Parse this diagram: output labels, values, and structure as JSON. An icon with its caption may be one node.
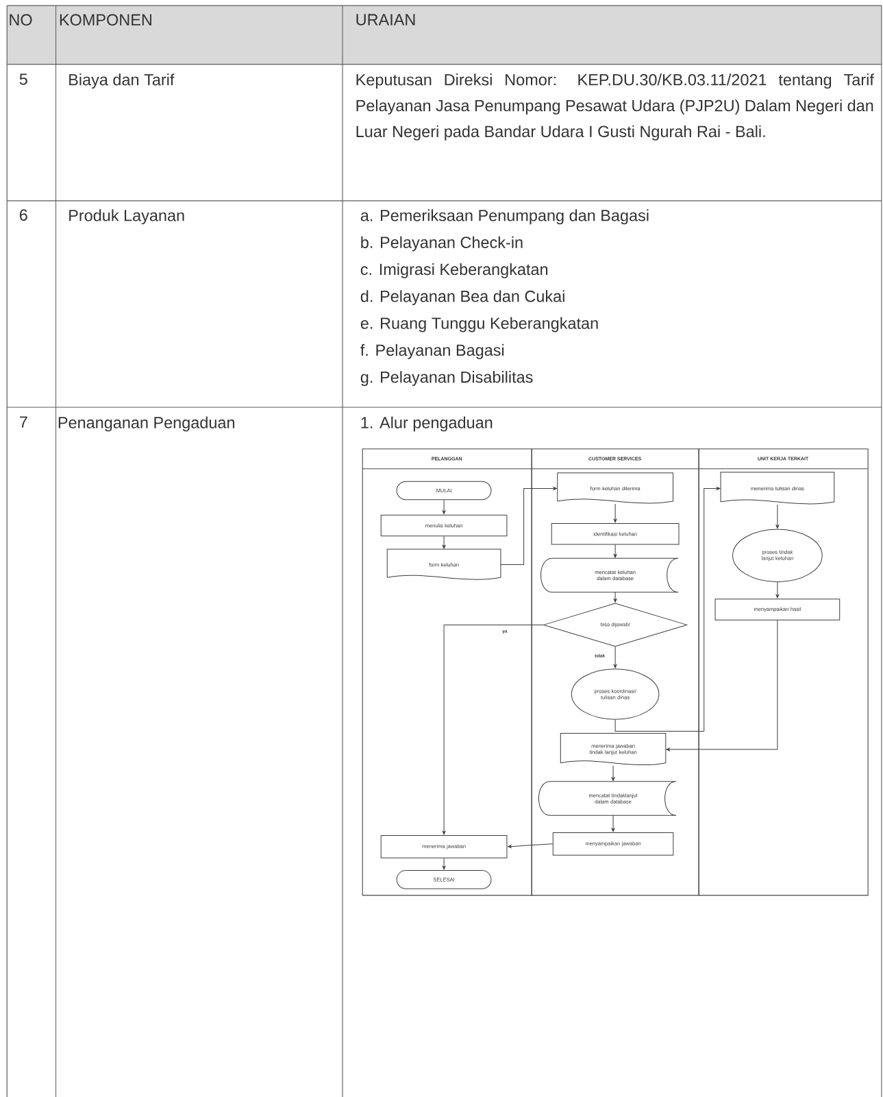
{
  "diagram": {
    "nodes": [
      {
        "text": [
          "PELANGGAN"
        ]
      },
      {
        "text": [
          "CUSTOMER SERVICES"
        ]
      },
      {
        "text": [
          "UNIT KERJA TERKAIT"
        ]
      },
      {
        "text": [
          "MULAI"
        ],
        "in": 0
      },
      {
        "text": [
          "menulis keluhan"
        ],
        "in": 0
      },
      {
        "text": [
          "form keluhan"
        ],
        "in": 0
      },
      {
        "text": [
          "form keluhan diterima"
        ],
        "in": 1
      },
      {
        "text": [
          "identifikasi keluhan"
        ],
        "in": 1
      },
      {
        "text": [
          "mencatat keluhan dalam database"
        ],
        "in": 1
      },
      {
        "text": [
          "bisa dijawab/"
        ],
        "in": 1
      },
      {
        "text": [
          "proses koordinasi/ tulisan dinas"
        ],
        "in": 1
      },
      {
        "text": [
          "menerima jawaban tindak lanjut keluhan"
        ],
        "in": 1
      },
      {
        "text": [
          "mencatat tindaklanjut dalam database"
        ],
        "in": 1
      },
      {
        "text": [
          "menyampaikan jawaban"
        ],
        "in": 1
      },
      {
        "text": [
          "menerima tulisan dinas"
        ],
        "in": 2
      },
      {
        "text": [
          "proses tindak lanjut keluhan"
        ],
        "in": 2
      },
      {
        "text": [
          "menyampaikan hasil"
        ],
        "in": 2
      },
      {
        "text": [
          "menerima jawaban"
        ],
        "in": 0
      },
      {
        "text": [
          "SELESAI"
        ],
        "in": 0
      }
    ],
    "edges": [
      {
        "from": 3,
        "to": 4,
        "arrow": "to"
      },
      {
        "from": 4,
        "to": 5,
        "arrow": "to"
      },
      {
        "from": 5,
        "to": 6,
        "arrow": "to"
      },
      {
        "from": 6,
        "to": 7,
        "arrow": "to"
      },
      {
        "from": 7,
        "to": 8,
        "arrow": "to"
      },
      {
        "from": 8,
        "to": 9,
        "arrow": "to"
      },
      {
        "from": 9,
        "to": 17,
        "arrow": "to",
        "label": "ya"
      },
      {
        "from": 9,
        "to": 10,
        "arrow": "to",
        "label": "tidak"
      },
      {
        "from": 10,
        "to": 14,
        "arrow": "to"
      },
      {
        "from": 14,
        "to": 15,
        "arrow": "to"
      },
      {
        "from": 15,
        "to": 16,
        "arrow": "to"
      },
      {
        "from": 16,
        "to": 11,
        "arrow": "to"
      },
      {
        "from": 11,
        "to": 12,
        "arrow": "to"
      },
      {
        "from": 12,
        "to": 13,
        "arrow": "to"
      },
      {
        "from": 13,
        "to": 17,
        "arrow": "to"
      },
      {
        "from": 17,
        "to": 18,
        "arrow": "to"
      }
    ],
    "labels": [
      "NO",
      "KOMPONEN",
      "URAIAN",
      "5",
      "Biaya dan Tarif",
      "Keputusan Direksi Nomor: KEP.DU.30/KB.03.11/2021 tentang Tarif Pelayanan Jasa Penumpang Pesawat Udara (PJP2U) Dalam Negeri dan Luar Negeri pada Bandar Udara I Gusti Ngurah Rai - Bali.",
      "6",
      "Produk Layanan",
      "a. Pemeriksaan Penumpang dan Bagasi",
      "b. Pelayanan Check-in",
      "c. Imigrasi Keberangkatan",
      "d. Pelayanan Bea dan Cukai",
      "e. Ruang Tunggu Keberangkatan",
      "f. Pelayanan Bagasi",
      "g. Pelayanan Disabilitas",
      "7",
      "Penanganan Pengaduan",
      "1. Alur pengaduan"
    ]
  }
}
